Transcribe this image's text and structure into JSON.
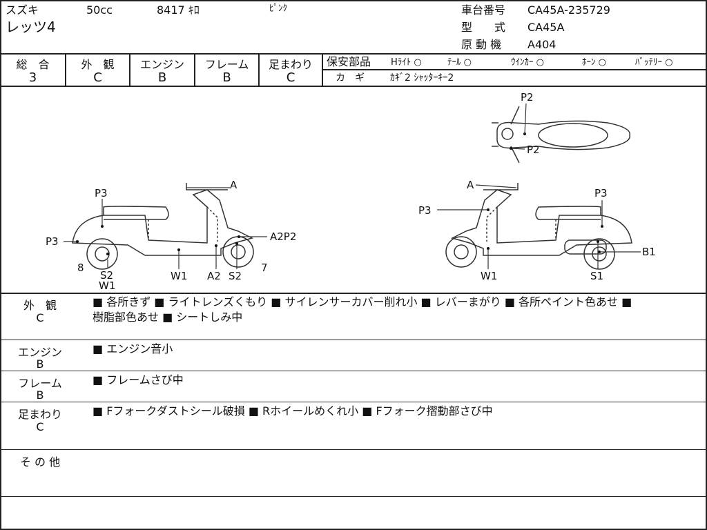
{
  "header": {
    "maker": "スズキ",
    "displacement": "50cc",
    "mileage": "8417 ｷﾛ",
    "color": "ﾋﾟﾝｸ",
    "model_name": "レッツ4",
    "chassis_label": "車台番号",
    "chassis_value": "CA45A-235729",
    "type_label": "型　　式",
    "type_value": "CA45A",
    "engine_label": "原 動 機",
    "engine_value": "A404"
  },
  "grades": [
    {
      "label": "総　合",
      "value": "3"
    },
    {
      "label": "外　観",
      "value": "C"
    },
    {
      "label": "エンジン",
      "value": "B"
    },
    {
      "label": "フレーム",
      "value": "B"
    },
    {
      "label": "足まわり",
      "value": "C"
    }
  ],
  "safety": {
    "label": "保安部品",
    "items": [
      "Hﾗｲﾄ ○",
      "ﾃｰﾙ ○",
      "ｳｲﾝｶｰ ○",
      "ﾎｰﾝ ○",
      "ﾊﾞｯﾃﾘｰ ○"
    ],
    "key_label": "カ　ギ",
    "key_value": "ｶｷﾞ2 ｼｬｯﾀｰｷｰ2"
  },
  "diagram_labels": {
    "left": [
      "A",
      "P3",
      "P3",
      "A2P2",
      "8",
      "S2",
      "W1",
      "W1",
      "A2",
      "S2",
      "7"
    ],
    "right": [
      "P2",
      "P2",
      "A",
      "P3",
      "P3",
      "B1",
      "W1",
      "S1"
    ]
  },
  "remarks": [
    {
      "category": "外　観",
      "grade": "C",
      "lines": [
        "■ 各所きず ■ ライトレンズくもり ■ サイレンサーカバー削れ小 ■ レバーまがり ■ 各所ペイント色あせ ■",
        "樹脂部色あせ ■ シートしみ中"
      ]
    },
    {
      "category": "エンジン",
      "grade": "B",
      "lines": [
        "■ エンジン音小"
      ]
    },
    {
      "category": "フレーム",
      "grade": "B",
      "lines": [
        "■ フレームさび中"
      ]
    },
    {
      "category": "足まわり",
      "grade": "C",
      "lines": [
        "■ Fフォークダストシール破損 ■ Rホイールめくれ小 ■ Fフォーク摺動部さび中"
      ]
    },
    {
      "category": "そ の 他",
      "grade": "",
      "lines": []
    }
  ]
}
